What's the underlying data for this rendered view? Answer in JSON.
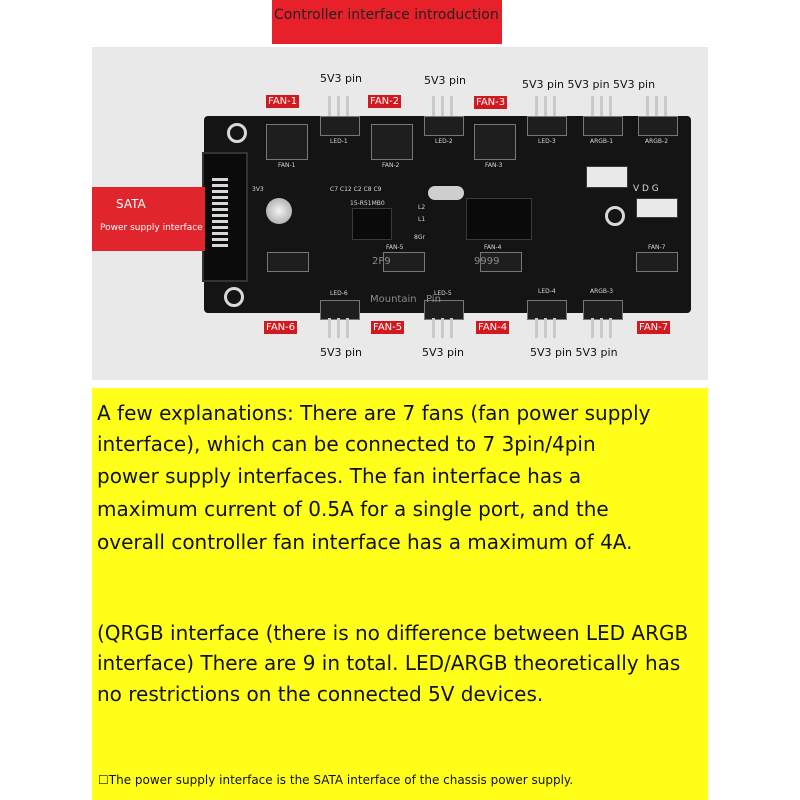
{
  "header": {
    "title": "Controller interface introduction"
  },
  "board": {
    "top_pin_labels": [
      "5V3 pin",
      "5V3 pin",
      "5V3 pin 5V3 pin 5V3 pin"
    ],
    "bottom_pin_labels": [
      "5V3 pin",
      "5V3 pin",
      "5V3 pin 5V3 pin"
    ],
    "fan_tags": [
      "FAN-1",
      "FAN-2",
      "FAN-3",
      "FAN-6",
      "FAN-5",
      "FAN-4",
      "FAN-7"
    ],
    "sata_label": "SATA",
    "sata_sublabel": "Power supply interface",
    "silkscreen": {
      "top_fans": [
        "FAN-1",
        "FAN-2",
        "FAN-3"
      ],
      "top_leds": [
        "LED-1",
        "LED-2",
        "LED-3",
        "ARGB-1",
        "ARGB-2"
      ],
      "bottom_leds": [
        "LED-6",
        "LED-5",
        "LED-4",
        "ARGB-3"
      ],
      "mid_fans": [
        "FAN-5",
        "FAN-4",
        "FAN-7"
      ],
      "vdg": "V D G",
      "misc": [
        "C7 C12 C2 C8 C9",
        "15-R51MB0",
        "L2",
        "L1",
        "8Gr",
        "3V3"
      ]
    },
    "watermarks": [
      "2P9",
      "9999",
      "Mountain",
      "Pin"
    ]
  },
  "explanations": {
    "para1": [
      "A few explanations: There are 7 fans (fan power supply",
      " interface), which can be connected to 7 3pin/4pin",
      "power supply interfaces. The fan interface has a",
      "maximum current of 0.5A for a single port, and the",
      "overall controller fan interface has a maximum of 4A."
    ],
    "para2": [
      "(QRGB interface (there is no difference between LED ARGB",
      "interface) There are 9 in total. LED/ARGB theoretically has",
      "no restrictions on the connected 5V devices."
    ],
    "footnote": "☐The power supply interface is the SATA interface of the chassis power supply."
  }
}
